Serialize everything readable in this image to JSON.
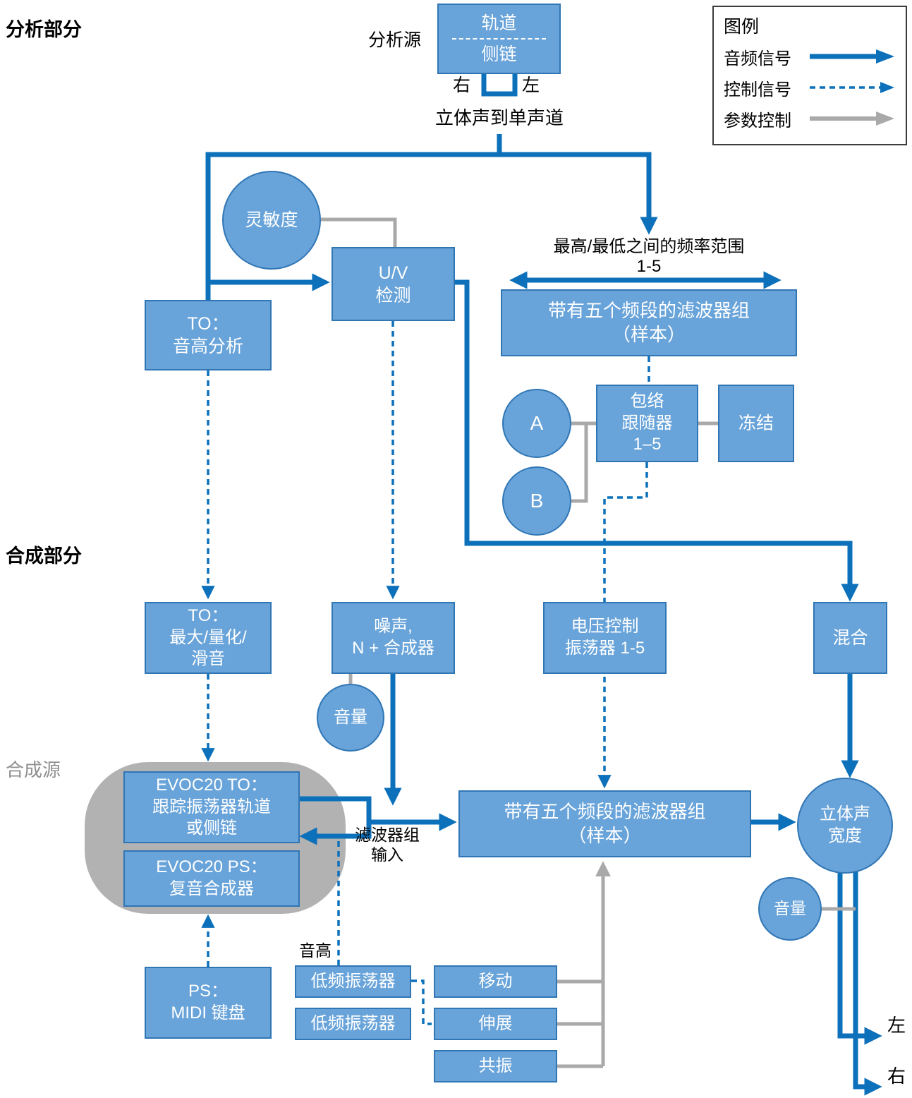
{
  "colors": {
    "audio_blue": "#0c70ba",
    "node_fill": "#68a3d9",
    "node_border": "#3076b5",
    "param_gray": "#a9a9a9",
    "container_gray": "#b2b2b2"
  },
  "sections": {
    "analysis": "分析部分",
    "synthesis": "合成部分",
    "synth_source": "合成源"
  },
  "legend": {
    "title": "图例",
    "audio": "音频信号",
    "control": "控制信号",
    "param": "参数控制"
  },
  "labels": {
    "analysis_source": "分析源",
    "right_top": "右",
    "left_top": "左",
    "stereo_to_mono": "立体声到单声道",
    "freq_range": "最高/最低之间的频率范围",
    "freq_range_2": "1-5",
    "filterbank_input": "滤波器组\n输入",
    "pitch": "音高",
    "left_out": "左",
    "right_out": "右"
  },
  "nodes": {
    "source_track": "轨道",
    "source_sidechain": "侧链",
    "sensitivity": "灵敏度",
    "uv_detect": "U/V\n检测",
    "to_pitch": "TO：\n音高分析",
    "filterbank_analysis": "带有五个频段的滤波器组\n（样本）",
    "a": "A",
    "b": "B",
    "env_follower": "包络\n跟随器\n1–5",
    "freeze": "冻结",
    "to_max": "TO：\n最大/量化/\n滑音",
    "noise": "噪声,\nN + 合成器",
    "volume_left": "音量",
    "vco": "电压控制\n振荡器 1-5",
    "mix": "混合",
    "evoc_to": "EVOC20 TO：\n跟踪振荡器轨道\n或侧链",
    "evoc_ps": "EVOC20 PS：\n复音合成器",
    "filterbank_synthesis": "带有五个频段的滤波器组\n（样本）",
    "stereo_width": "立体声\n宽度",
    "volume_right": "音量",
    "ps_midi": "PS：\nMIDI 键盘",
    "lfo1": "低频振荡器",
    "lfo2": "低频振荡器",
    "shift": "移动",
    "stretch": "伸展",
    "resonance": "共振"
  }
}
